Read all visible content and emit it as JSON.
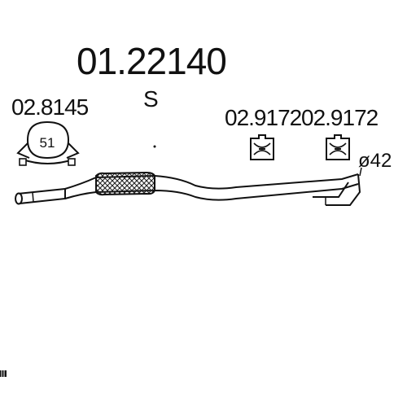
{
  "part_number": "01.22140",
  "variant_code": "S",
  "components": {
    "clamp": {
      "code": "02.8145",
      "size_label": "51",
      "icon": "exhaust-clamp-icon"
    },
    "hanger_1": {
      "code": "02.9172",
      "icon": "rubber-hanger-icon"
    },
    "hanger_2": {
      "code": "02.9172",
      "icon": "rubber-hanger-icon"
    }
  },
  "pipe": {
    "diameter_label": "ø42",
    "icon": "exhaust-pipe-icon",
    "flex_section_icon": "flexible-braided-section-icon"
  }
}
